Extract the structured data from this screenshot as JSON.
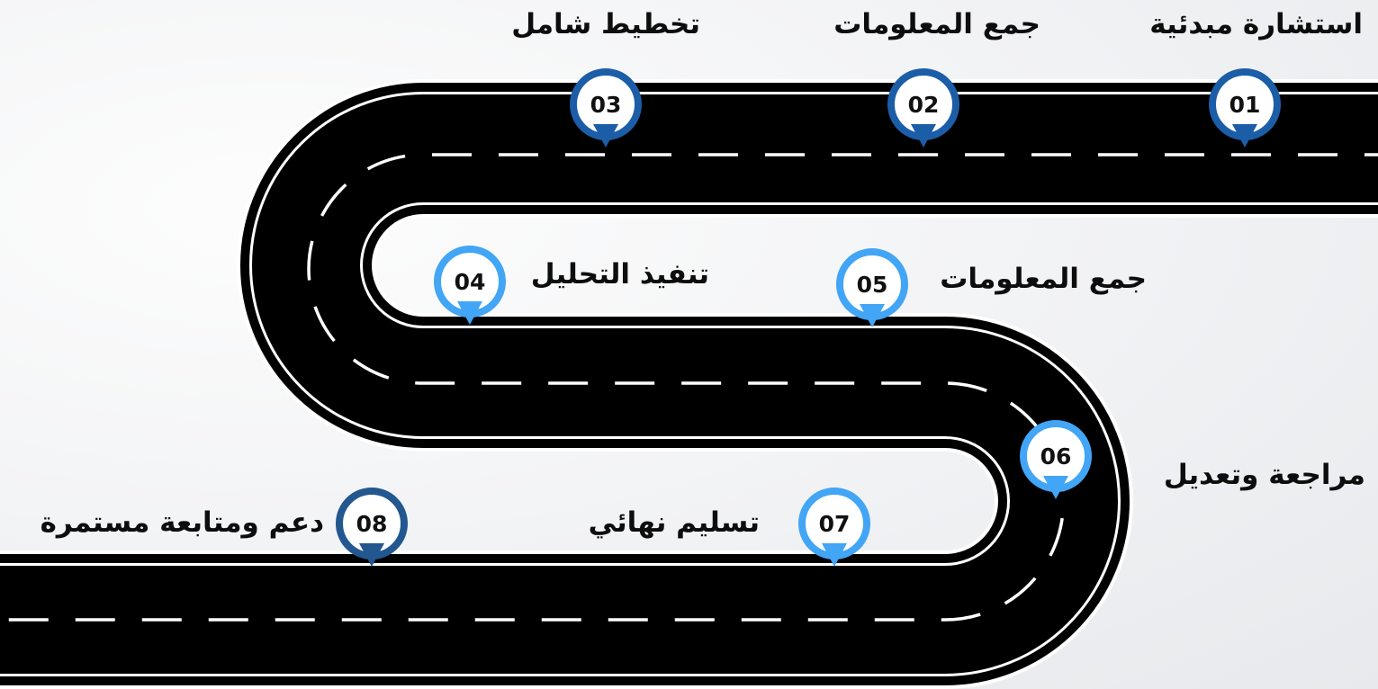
{
  "steps": [
    {
      "num": "01",
      "label": "استشارة مبدئية",
      "color": "#1c5da8"
    },
    {
      "num": "02",
      "label": "جمع المعلومات",
      "color": "#1c5da8"
    },
    {
      "num": "03",
      "label": "تخطيط شامل",
      "color": "#1c5da8"
    },
    {
      "num": "04",
      "label": "تنفيذ التحليل",
      "color": "#42a5f5"
    },
    {
      "num": "05",
      "label": "جمع المعلومات",
      "color": "#42a5f5"
    },
    {
      "num": "06",
      "label": "مراجعة وتعديل",
      "color": "#42a5f5"
    },
    {
      "num": "07",
      "label": "تسليم نهائي",
      "color": "#42a5f5"
    },
    {
      "num": "08",
      "label": "دعم ومتابعة مستمرة",
      "color": "#23578f"
    }
  ]
}
